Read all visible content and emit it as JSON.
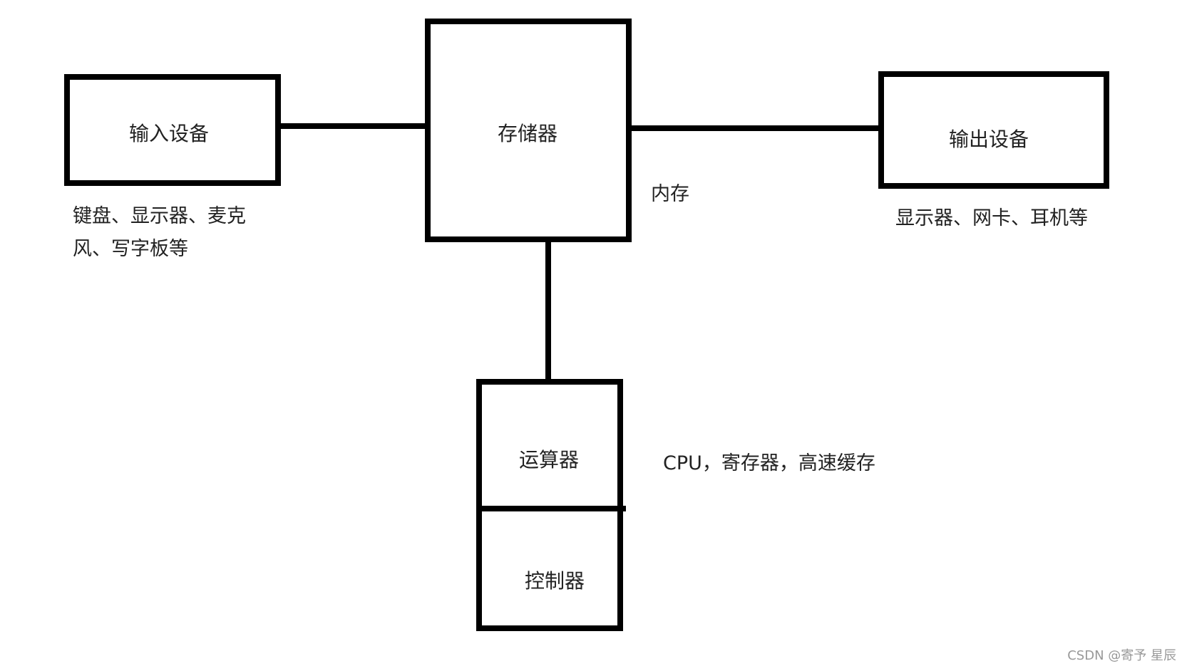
{
  "nodes": {
    "input": {
      "label": "输入设备",
      "note_lines": [
        "键盘、显示器、麦克",
        "风、写字板等"
      ]
    },
    "memory": {
      "label": "存储器",
      "note": "内存"
    },
    "output": {
      "label": "输出设备",
      "note": "显示器、网卡、耳机等"
    },
    "alu": {
      "label": "运算器"
    },
    "controller": {
      "label": "控制器"
    },
    "cpu_note": "CPU，寄存器，高速缓存"
  },
  "watermark": "CSDN @寄予 星辰"
}
